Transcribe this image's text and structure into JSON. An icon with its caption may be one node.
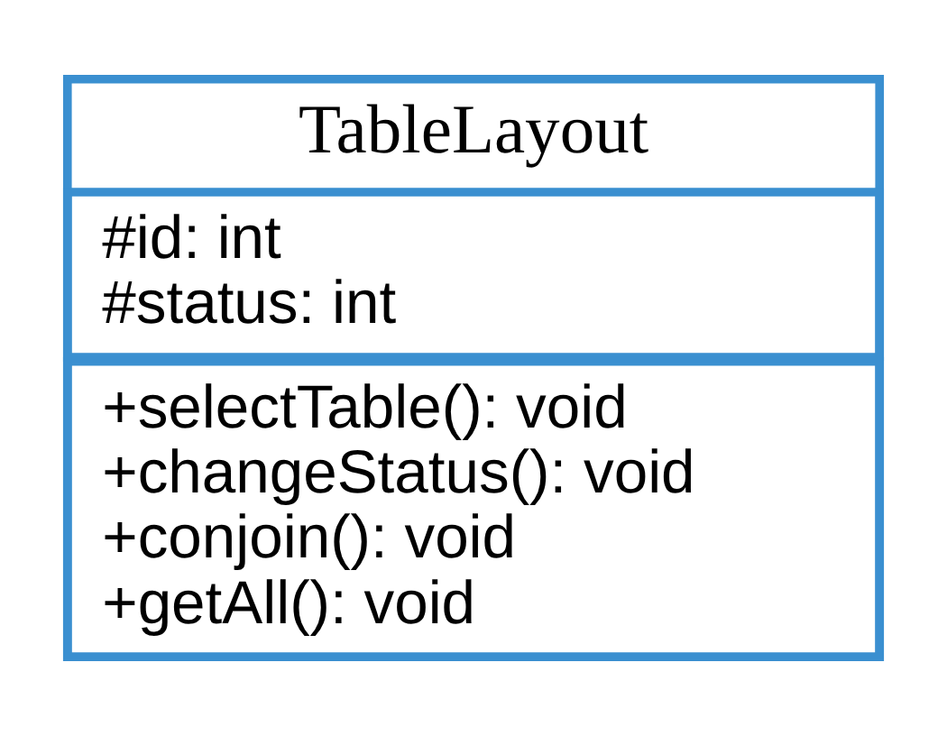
{
  "diagram": {
    "nodes": [
      {
        "text": [
          "TableLayout"
        ]
      },
      {
        "text": [
          "#id: int",
          "#status: int"
        ],
        "in": 0
      },
      {
        "text": [
          "+selectTable(): void",
          "+changeStatus(): void",
          "+conjoin(): void",
          "+getAll(): void"
        ],
        "in": 0
      }
    ],
    "edges": []
  }
}
